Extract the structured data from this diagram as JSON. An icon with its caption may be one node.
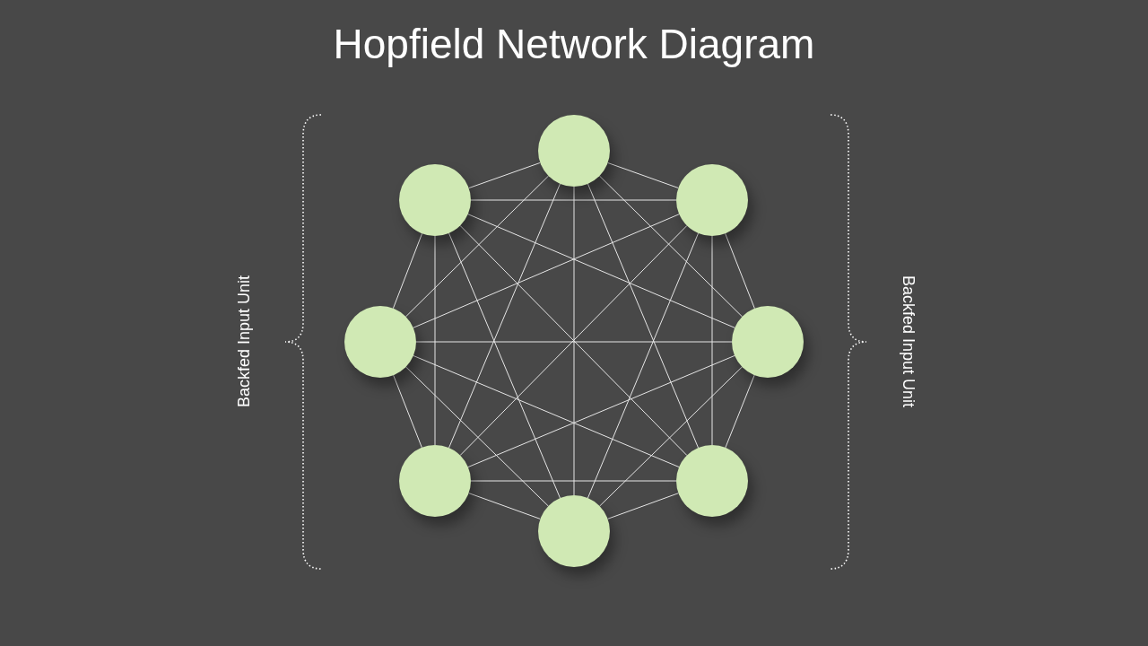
{
  "diagram": {
    "title": "Hopfield Network Diagram",
    "nodes": [
      {
        "text": [],
        "shape": "circle"
      },
      {
        "text": [],
        "shape": "circle"
      },
      {
        "text": [],
        "shape": "circle"
      },
      {
        "text": [],
        "shape": "circle"
      },
      {
        "text": [],
        "shape": "circle"
      },
      {
        "text": [],
        "shape": "circle"
      },
      {
        "text": [],
        "shape": "circle"
      },
      {
        "text": [],
        "shape": "circle"
      }
    ],
    "edges": [
      {
        "from": 0,
        "to": 1,
        "arrow": "none"
      },
      {
        "from": 0,
        "to": 2,
        "arrow": "none"
      },
      {
        "from": 0,
        "to": 3,
        "arrow": "none"
      },
      {
        "from": 0,
        "to": 4,
        "arrow": "none"
      },
      {
        "from": 0,
        "to": 5,
        "arrow": "none"
      },
      {
        "from": 0,
        "to": 6,
        "arrow": "none"
      },
      {
        "from": 0,
        "to": 7,
        "arrow": "none"
      },
      {
        "from": 1,
        "to": 2,
        "arrow": "none"
      },
      {
        "from": 1,
        "to": 3,
        "arrow": "none"
      },
      {
        "from": 1,
        "to": 4,
        "arrow": "none"
      },
      {
        "from": 1,
        "to": 5,
        "arrow": "none"
      },
      {
        "from": 1,
        "to": 6,
        "arrow": "none"
      },
      {
        "from": 1,
        "to": 7,
        "arrow": "none"
      },
      {
        "from": 2,
        "to": 3,
        "arrow": "none"
      },
      {
        "from": 2,
        "to": 4,
        "arrow": "none"
      },
      {
        "from": 2,
        "to": 5,
        "arrow": "none"
      },
      {
        "from": 2,
        "to": 6,
        "arrow": "none"
      },
      {
        "from": 2,
        "to": 7,
        "arrow": "none"
      },
      {
        "from": 3,
        "to": 4,
        "arrow": "none"
      },
      {
        "from": 3,
        "to": 5,
        "arrow": "none"
      },
      {
        "from": 3,
        "to": 6,
        "arrow": "none"
      },
      {
        "from": 3,
        "to": 7,
        "arrow": "none"
      },
      {
        "from": 4,
        "to": 5,
        "arrow": "none"
      },
      {
        "from": 4,
        "to": 6,
        "arrow": "none"
      },
      {
        "from": 4,
        "to": 7,
        "arrow": "none"
      },
      {
        "from": 5,
        "to": 6,
        "arrow": "none"
      },
      {
        "from": 5,
        "to": 7,
        "arrow": "none"
      },
      {
        "from": 6,
        "to": 7,
        "arrow": "none"
      }
    ],
    "labels": [
      "Backfed Input Unit",
      "Backfed Input Unit"
    ]
  }
}
